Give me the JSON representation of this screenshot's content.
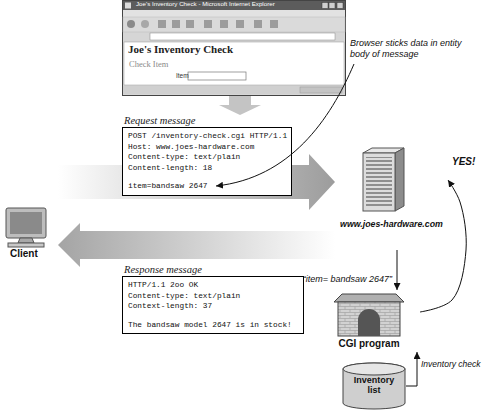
{
  "diagram": {
    "nodes": [
      {
        "text": [
          "Joe's Inventory Check - Microsoft Internet Explorer",
          "Joe's Inventory Check",
          "Check Item",
          "Item"
        ]
      },
      {
        "text": [
          "Request message",
          "POST /inventory-check.cgi HTTP/1.1",
          "Host: www.joes-hardware.com",
          "Content-type: text/plain",
          "Content-length: 18",
          "item=bandsaw 2647"
        ]
      },
      {
        "text": [
          "www.joes-hardware.com"
        ]
      },
      {
        "text": [
          "Client"
        ]
      },
      {
        "text": [
          "Response message",
          "HTTP/1.1 2oo OK",
          "Content-type: text/plain",
          "Context-length: 37",
          "The bandsaw model 2647 is in stock!"
        ]
      },
      {
        "text": [
          "CGI program"
        ]
      },
      {
        "text": [
          "Inventory list"
        ]
      }
    ],
    "edges": [
      {
        "from": 0,
        "to": 1,
        "arrow": "to"
      },
      {
        "from": 3,
        "to": 2,
        "arrow": "to"
      },
      {
        "from": 2,
        "to": 3,
        "arrow": "to"
      },
      {
        "from": 2,
        "to": 5,
        "label": "“item= bandsaw 2647”",
        "arrow": "to"
      },
      {
        "from": 5,
        "to": 2,
        "label": "YES!",
        "arrow": "to"
      },
      {
        "from": 6,
        "to": 5,
        "label": "Inventory check",
        "arrow": "to"
      }
    ],
    "labels": [
      "Browser sticks data in entity body of message"
    ]
  }
}
